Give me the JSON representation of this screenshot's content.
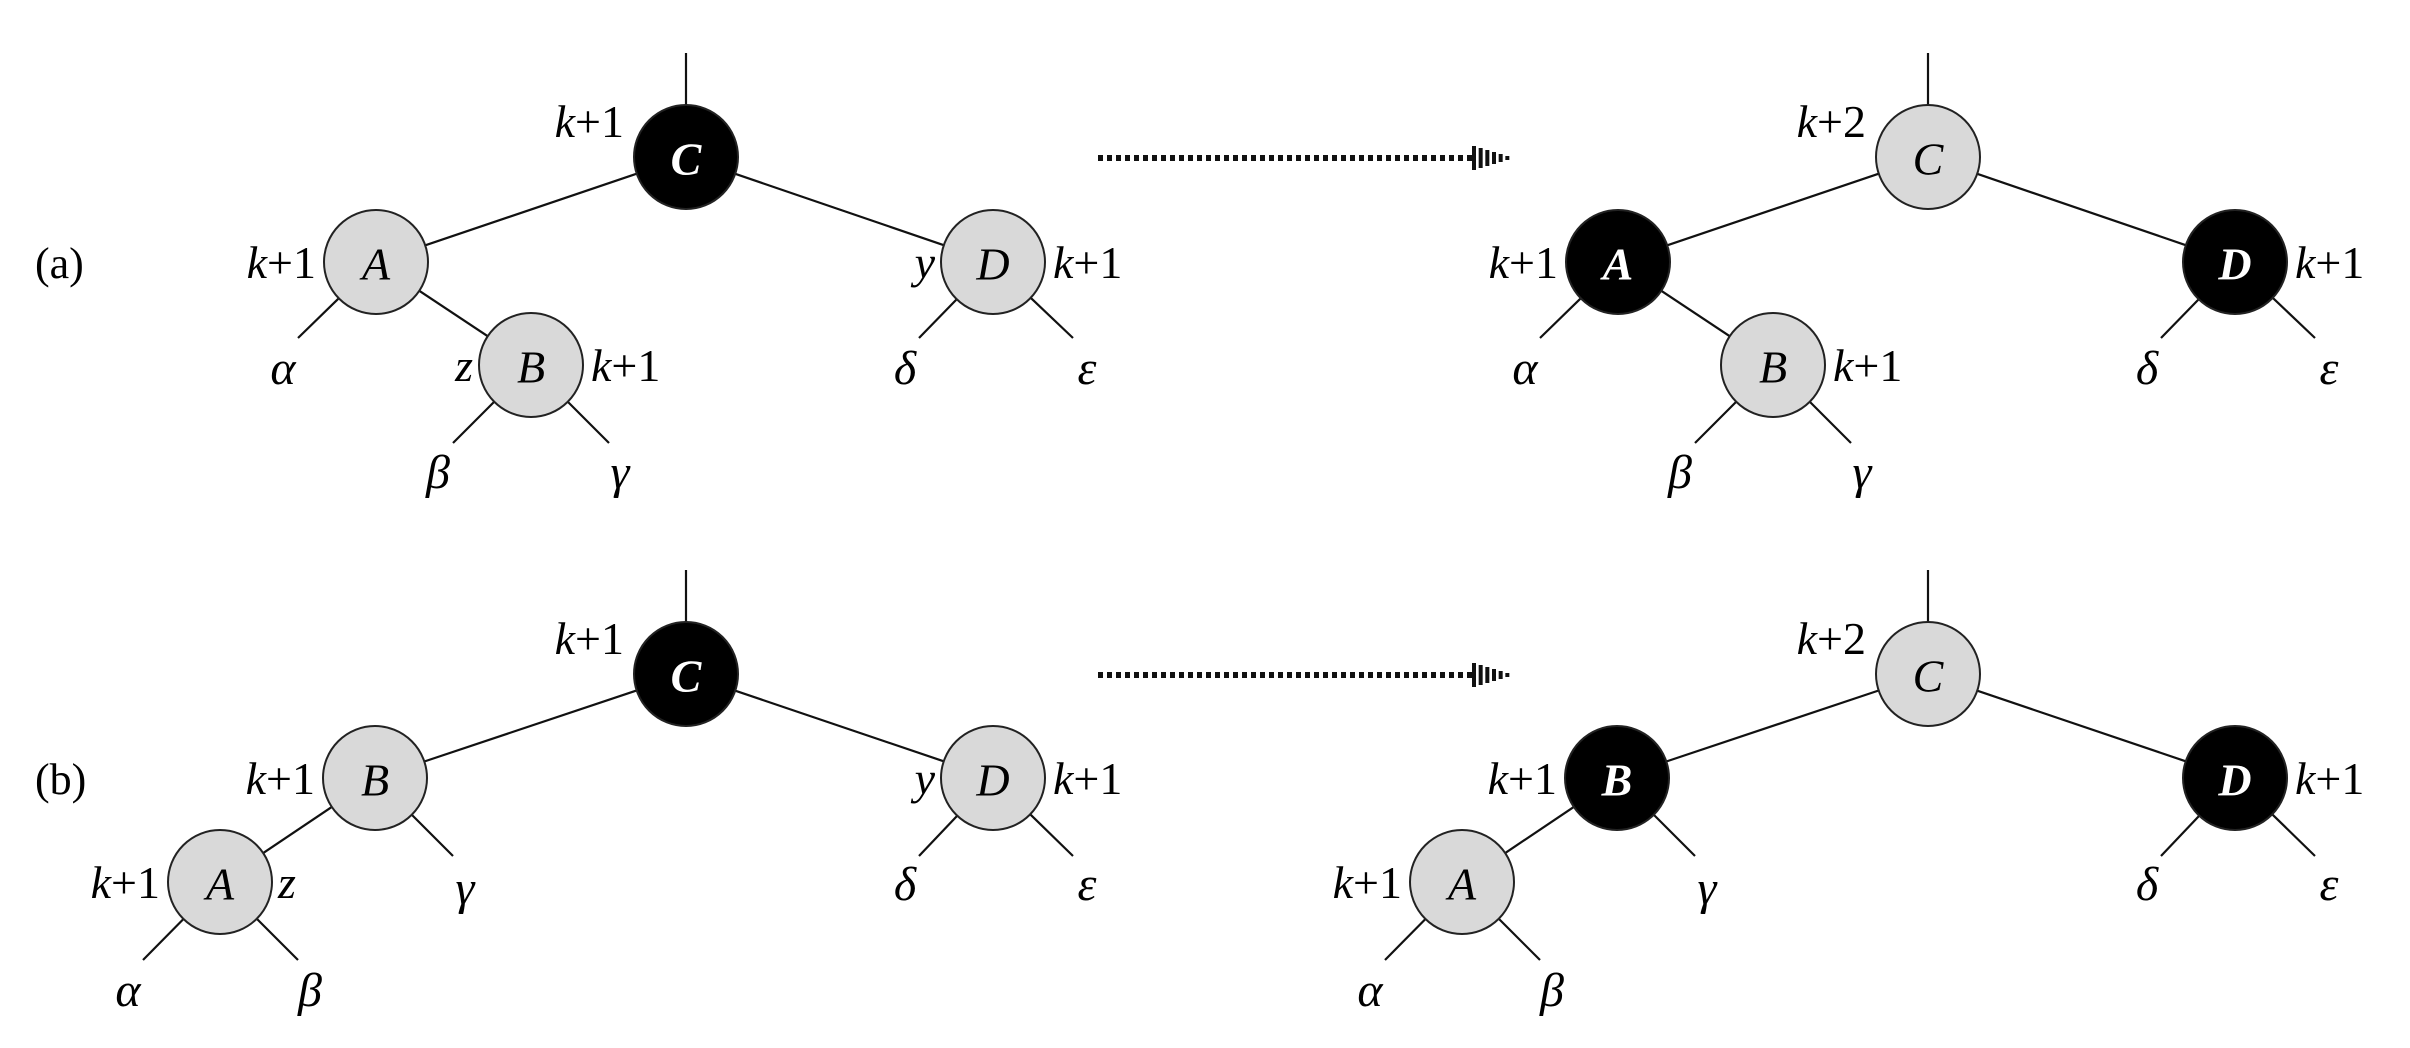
{
  "figure": {
    "title": "Red-black tree insertion case 1 recoloring",
    "colors": {
      "red_node_fill": "#d9d9d9",
      "black_node_fill": "#000000",
      "red_node_text": "#000000",
      "black_node_text": "#ffffff"
    },
    "cases": [
      {
        "label": "(a)",
        "before": {
          "nodes": [
            {
              "id": "C",
              "letter": "C",
              "color": "black",
              "annot": "k+1"
            },
            {
              "id": "A",
              "letter": "A",
              "color": "red",
              "annot": "k+1"
            },
            {
              "id": "B",
              "letter": "B",
              "color": "red",
              "annot": "k+1",
              "pointer": "z"
            },
            {
              "id": "D",
              "letter": "D",
              "color": "red",
              "annot": "k+1",
              "pointer": "y"
            }
          ],
          "subtrees": [
            "α",
            "β",
            "γ",
            "δ",
            "ε"
          ]
        },
        "after": {
          "nodes": [
            {
              "id": "C",
              "letter": "C",
              "color": "red",
              "annot": "k+2"
            },
            {
              "id": "A",
              "letter": "A",
              "color": "black",
              "annot": "k+1"
            },
            {
              "id": "B",
              "letter": "B",
              "color": "red",
              "annot": "k+1"
            },
            {
              "id": "D",
              "letter": "D",
              "color": "black",
              "annot": "k+1"
            }
          ],
          "subtrees": [
            "α",
            "β",
            "γ",
            "δ",
            "ε"
          ]
        }
      },
      {
        "label": "(b)",
        "before": {
          "nodes": [
            {
              "id": "C",
              "letter": "C",
              "color": "black",
              "annot": "k+1"
            },
            {
              "id": "B",
              "letter": "B",
              "color": "red",
              "annot": "k+1"
            },
            {
              "id": "A",
              "letter": "A",
              "color": "red",
              "annot": "k+1",
              "pointer": "z"
            },
            {
              "id": "D",
              "letter": "D",
              "color": "red",
              "annot": "k+1",
              "pointer": "y"
            }
          ],
          "subtrees": [
            "α",
            "β",
            "γ",
            "δ",
            "ε"
          ]
        },
        "after": {
          "nodes": [
            {
              "id": "C",
              "letter": "C",
              "color": "red",
              "annot": "k+2"
            },
            {
              "id": "B",
              "letter": "B",
              "color": "black",
              "annot": "k+1"
            },
            {
              "id": "A",
              "letter": "A",
              "color": "red",
              "annot": "k+1"
            },
            {
              "id": "D",
              "letter": "D",
              "color": "black",
              "annot": "k+1"
            }
          ],
          "subtrees": [
            "α",
            "β",
            "γ",
            "δ",
            "ε"
          ]
        }
      }
    ]
  }
}
